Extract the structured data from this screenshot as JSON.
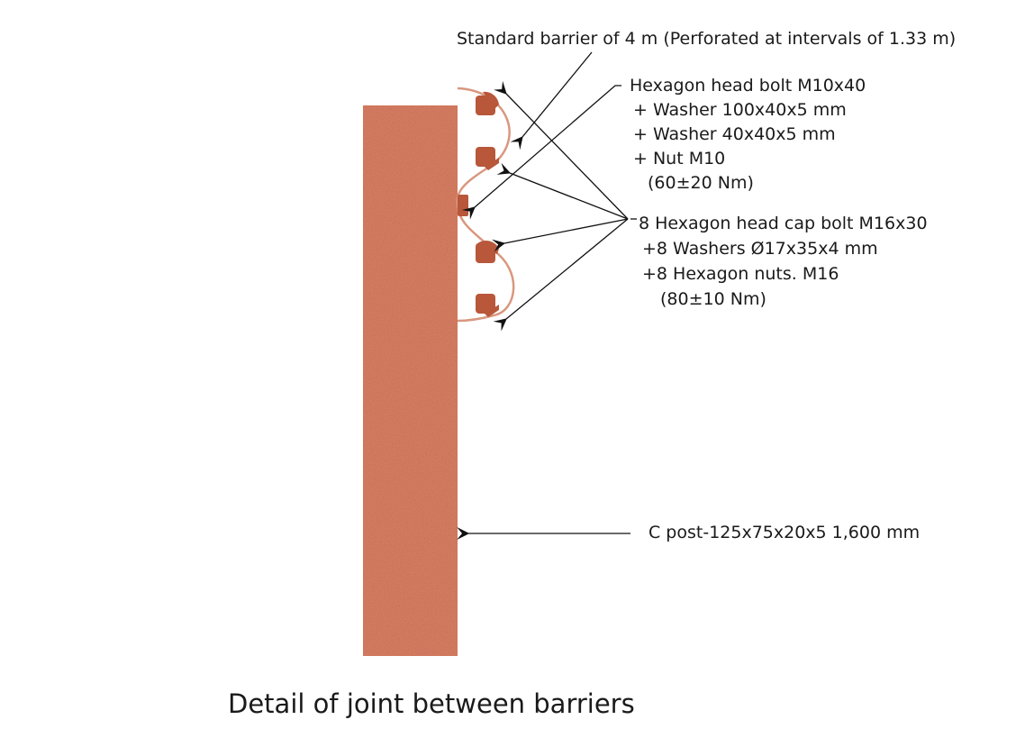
{
  "labels": {
    "barrier": "Standard barrier of 4 m (Perforated at intervals of 1.33 m)",
    "m10_bolt": [
      "Hexagon head bolt M10x40",
      "+ Washer 100x40x5 mm",
      "+ Washer 40x40x5 mm",
      "+ Nut M10",
      "(60±20 Nm)"
    ],
    "m16_bolt": [
      "8 Hexagon head cap bolt M16x30",
      "+8 Washers Ø17x35x4 mm",
      "+8 Hexagon nuts. M16",
      "(80±10 Nm)"
    ],
    "post": "C post-125x75x20x5 1,600 mm"
  },
  "title": "Detail of joint between barriers",
  "colors": {
    "post": "#c96a4e",
    "bolt": "#b8573a",
    "wire": "#d9977f",
    "line": "#111111"
  }
}
